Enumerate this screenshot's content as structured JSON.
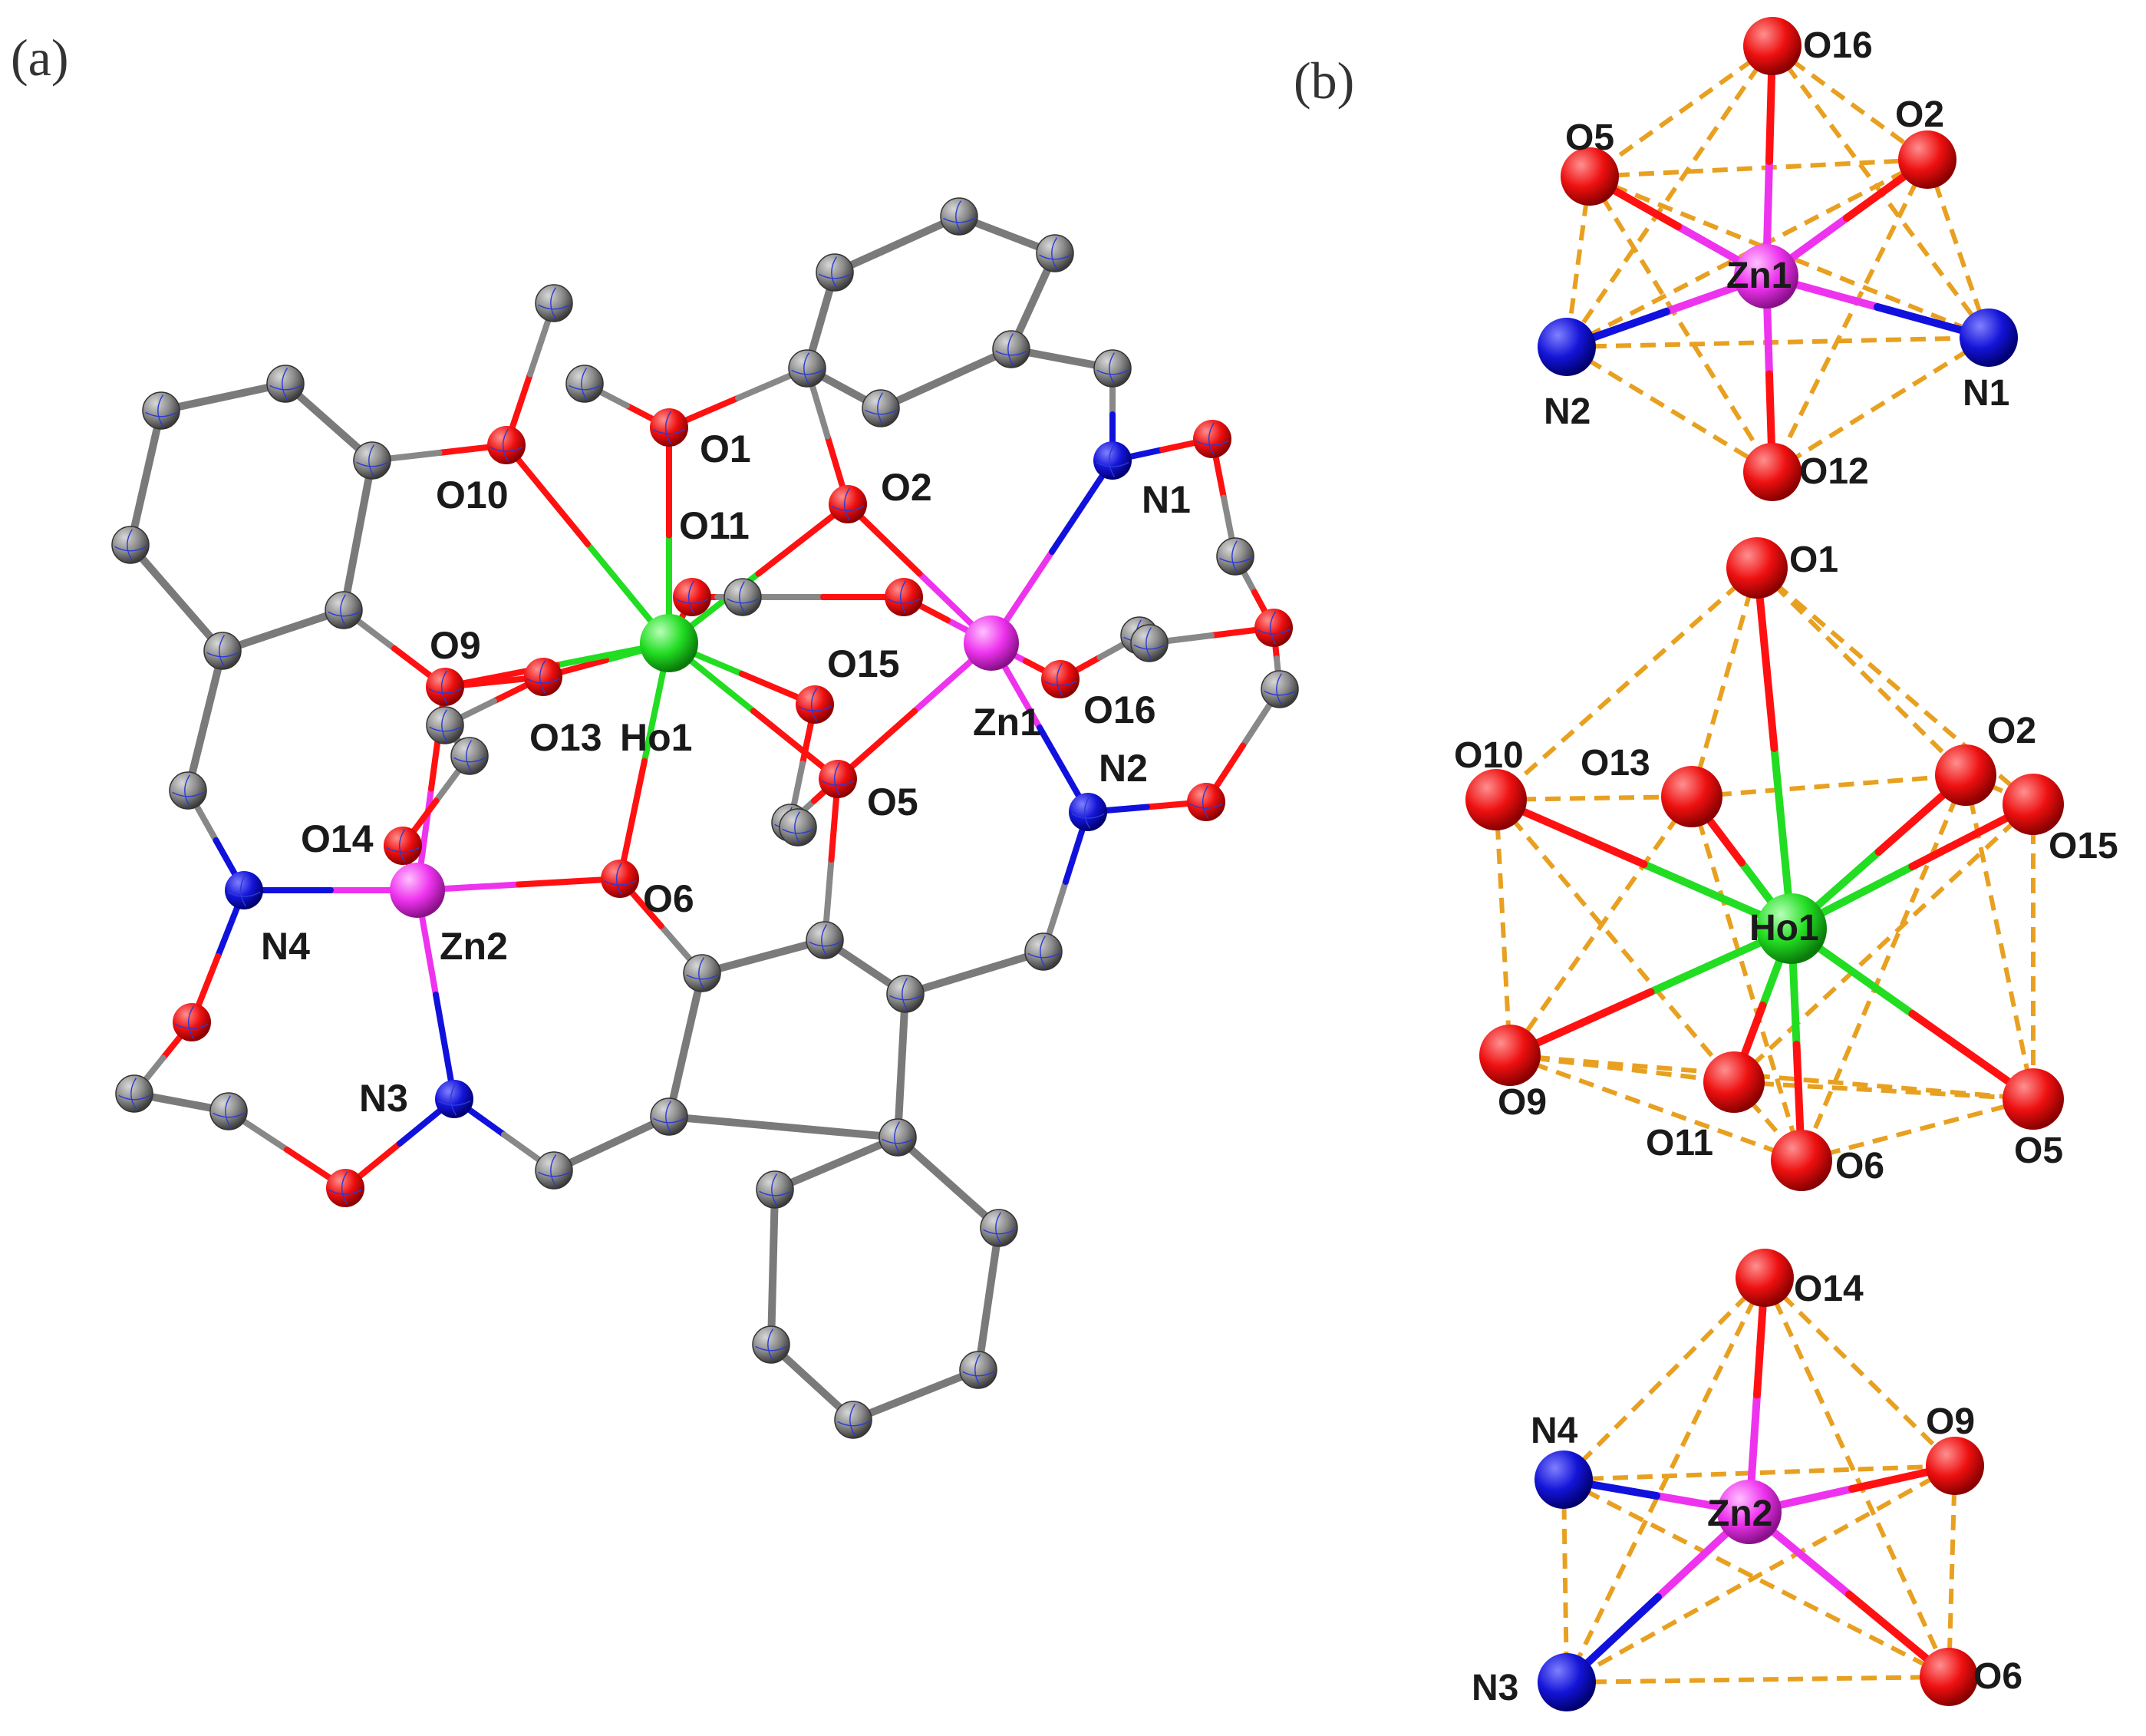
{
  "panels": {
    "a": {
      "label": "(a)"
    },
    "b": {
      "label": "(b)"
    }
  },
  "colors": {
    "Ho": "#22dd22",
    "Zn": "#ee33ee",
    "O": "#ff1111",
    "N": "#1111dd",
    "C": "#888888",
    "carbon_bond": "#7a7a7a",
    "polyhedron_edge": "#e8a020",
    "background": "#ffffff"
  },
  "molecule": {
    "center_atoms": {
      "Ho1": "Ho1",
      "Zn1": "Zn1",
      "Zn2": "Zn2"
    },
    "labels": {
      "O1": "O1",
      "O2": "O2",
      "O5": "O5",
      "O6": "O6",
      "O9": "O9",
      "O10": "O10",
      "O11": "O11",
      "O13": "O13",
      "O14": "O14",
      "O15": "O15",
      "O16": "O16",
      "N1": "N1",
      "N2": "N2",
      "N3": "N3",
      "N4": "N4"
    }
  },
  "polyhedra": {
    "zn1": {
      "center": "Zn1",
      "ligands": {
        "O16": "O16",
        "O5": "O5",
        "O2": "O2",
        "N2": "N2",
        "N1": "N1",
        "O12": "O12"
      }
    },
    "ho1": {
      "center": "Ho1",
      "ligands": {
        "O1": "O1",
        "O10": "O10",
        "O13": "O13",
        "O2": "O2",
        "O15": "O15",
        "O9": "O9",
        "O11": "O11",
        "O6": "O6",
        "O5": "O5"
      }
    },
    "zn2": {
      "center": "Zn2",
      "ligands": {
        "O14": "O14",
        "N4": "N4",
        "O9": "O9",
        "N3": "N3",
        "O6": "O6"
      }
    }
  }
}
